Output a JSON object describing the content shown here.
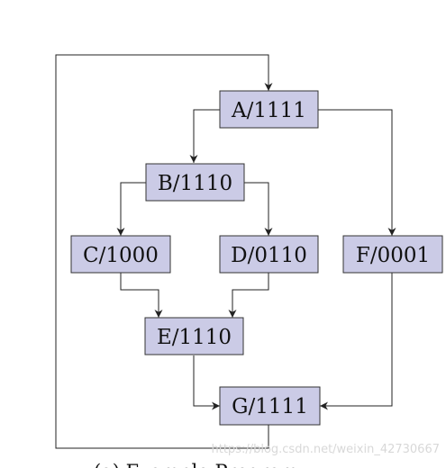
{
  "nodes": [
    {
      "id": "A",
      "label": "A/1111"
    },
    {
      "id": "B",
      "label": "B/1110"
    },
    {
      "id": "C",
      "label": "C/1000"
    },
    {
      "id": "D",
      "label": "D/0110"
    },
    {
      "id": "F",
      "label": "F/0001"
    },
    {
      "id": "E",
      "label": "E/1110"
    },
    {
      "id": "G",
      "label": "G/1111"
    }
  ],
  "edges": [
    {
      "from": "A",
      "to": "B"
    },
    {
      "from": "A",
      "to": "F"
    },
    {
      "from": "B",
      "to": "C"
    },
    {
      "from": "B",
      "to": "D"
    },
    {
      "from": "C",
      "to": "E"
    },
    {
      "from": "D",
      "to": "E"
    },
    {
      "from": "E",
      "to": "G"
    },
    {
      "from": "F",
      "to": "G"
    },
    {
      "from": "G",
      "to": "A"
    }
  ],
  "watermark": "https://blog.csdn.net/weixin_42730667",
  "caption": "(a) Example Program"
}
